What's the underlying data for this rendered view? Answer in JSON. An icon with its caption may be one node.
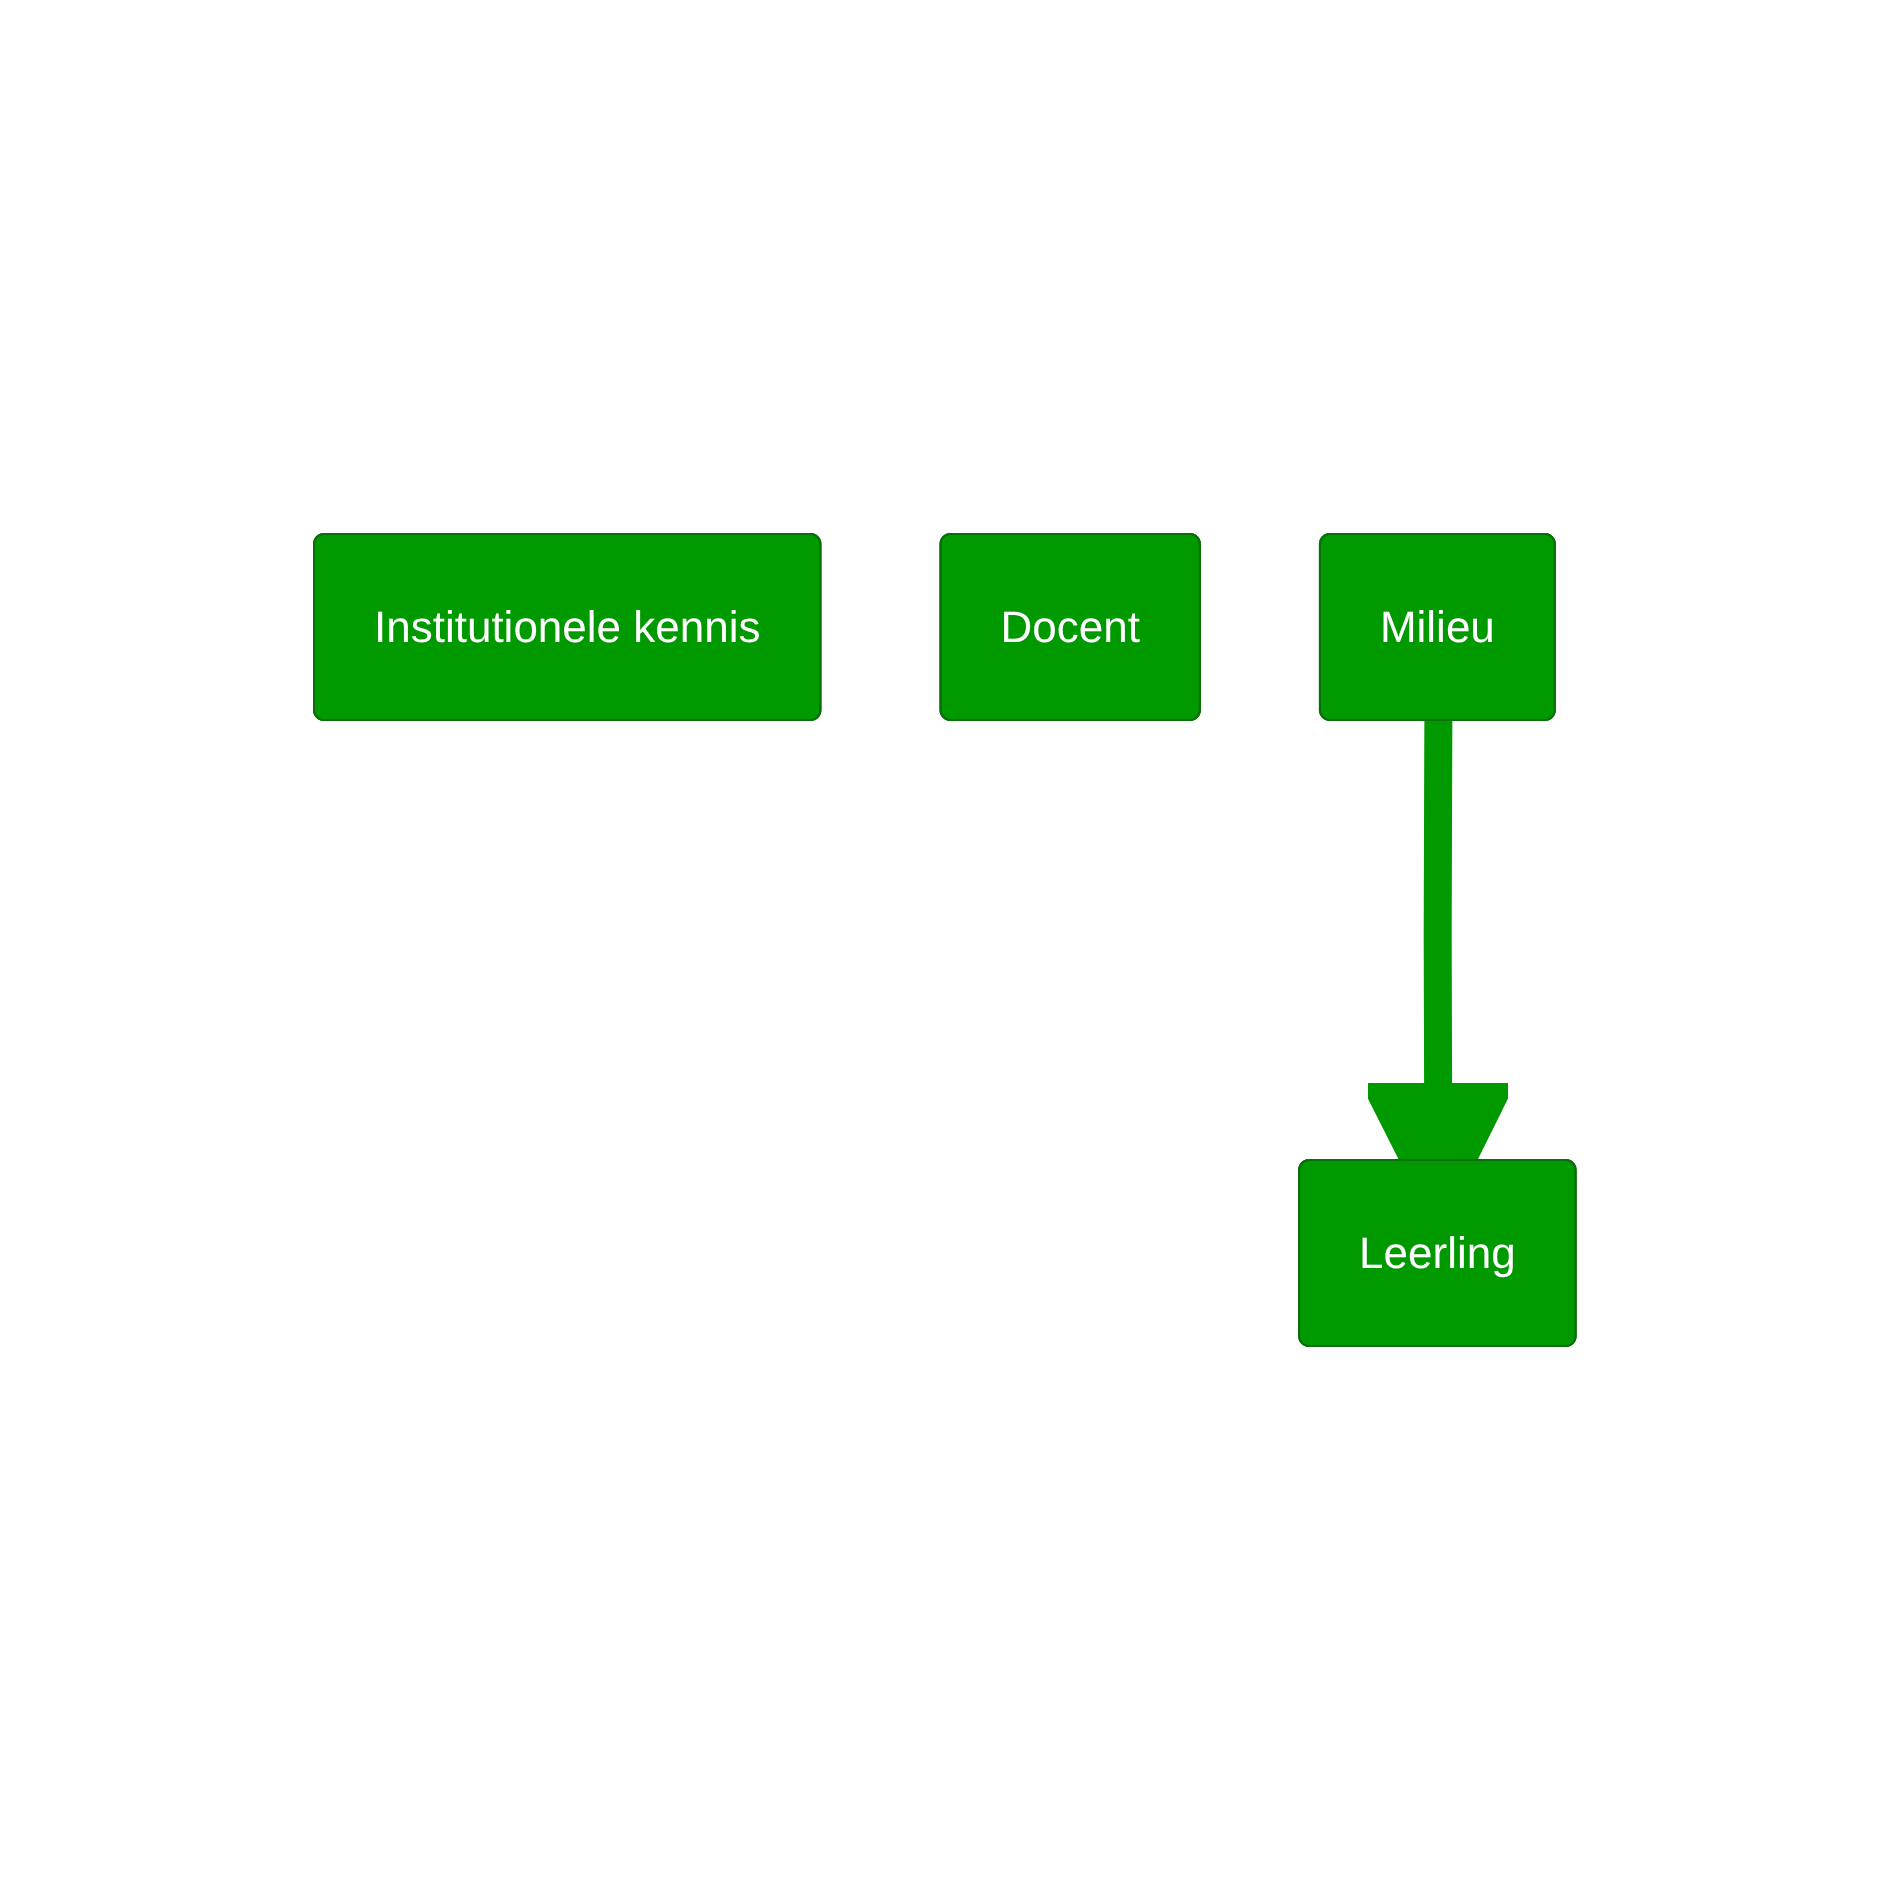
{
  "diagram": {
    "nodes": [
      {
        "text": [
          "Institutionele kennis"
        ]
      },
      {
        "text": [
          "Docent"
        ]
      },
      {
        "text": [
          "Milieu"
        ]
      },
      {
        "text": [
          "Leerling"
        ]
      }
    ],
    "edges": [
      {
        "from": 2,
        "to": 3,
        "arrow": "to"
      }
    ]
  }
}
